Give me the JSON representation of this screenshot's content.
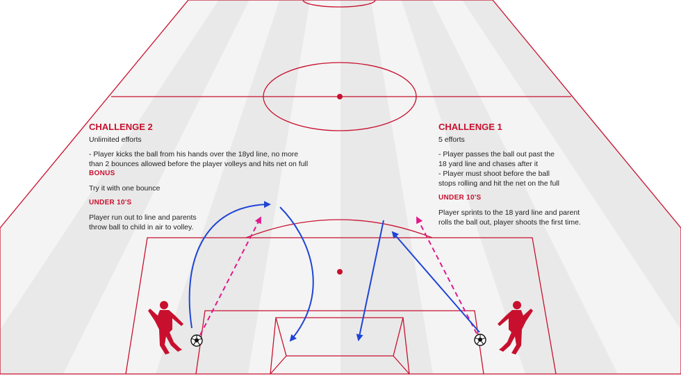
{
  "colors": {
    "stripe_light": "#f4f4f4",
    "stripe_dark": "#e9e9e9",
    "line": "#c8102e",
    "accent": "#c8102e",
    "arrow_player": "#1e44d6",
    "arrow_parent": "#e0198a",
    "text": "#222222"
  },
  "icons": [
    "player-silhouette-icon",
    "soccer-ball-icon"
  ],
  "challenge2": {
    "title": "CHALLENGE 2",
    "efforts": "Unlimited efforts",
    "desc": "- Player kicks the ball from his hands over the 18yd line, no more\n  than 2 bounces allowed before the player volleys and hits net on full",
    "bonus_label": "BONUS",
    "bonus_text": "Try it with one bounce",
    "under_label": "UNDER 10'S",
    "under_text": "Player run out to line and parents\nthrow ball to child in air to volley."
  },
  "challenge1": {
    "title": "CHALLENGE 1",
    "efforts": "5 efforts",
    "desc1": "- Player passes the ball out past the\n  18 yard line and chases after it",
    "desc2": "- Player must shoot before the ball\n  stops rolling and hit the net on the full",
    "under_label": "UNDER 10'S",
    "under_text": "Player sprints to the 18 yard line and parent\nrolls the ball out, player shoots the first time."
  }
}
